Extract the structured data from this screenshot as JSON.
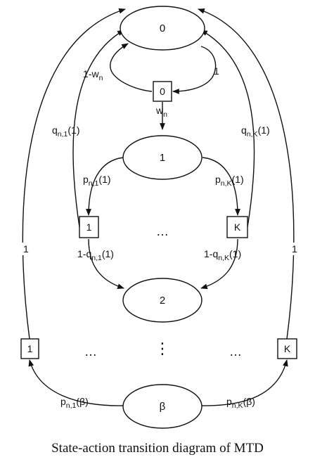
{
  "states": {
    "s0": "0",
    "s1": "1",
    "s2": "2",
    "sb": "β"
  },
  "actions": {
    "a0": "0",
    "a1_1": "1",
    "a1_K": "K",
    "ab_1": "1",
    "ab_K": "K"
  },
  "ellipses": {
    "row_1": "…",
    "row_b_left": "…",
    "row_b_right": "…",
    "vertical": "⋮"
  },
  "edge_labels": {
    "one_minus_w": {
      "main": "1-w",
      "sub": "n"
    },
    "one_top": "1",
    "w": {
      "main": "w",
      "sub": "n"
    },
    "q1_main": "q",
    "q1_sub": "n,1",
    "q1_tail": "(1)",
    "qK_main": "q",
    "qK_sub": "n,K",
    "qK_tail": "(1)",
    "p1_main": "p",
    "p1_sub": "n,1",
    "p1_tail": "(1)",
    "pK_main": "p",
    "pK_sub": "n,K",
    "pK_tail": "(1)",
    "omq1_main": "1-q",
    "omq1_sub": "n,1",
    "omq1_tail": "(1)",
    "omqK_main": "1-q",
    "omqK_sub": "n,K",
    "omqK_tail": "(1)",
    "left_one": "1",
    "right_one": "1",
    "pb1_main": "p",
    "pb1_sub": "n,1",
    "pb1_tail": "(β)",
    "pbK_main": "p",
    "pbK_sub": "n,K",
    "pbK_tail": "(β)"
  },
  "caption": "State-action transition diagram of MTD"
}
